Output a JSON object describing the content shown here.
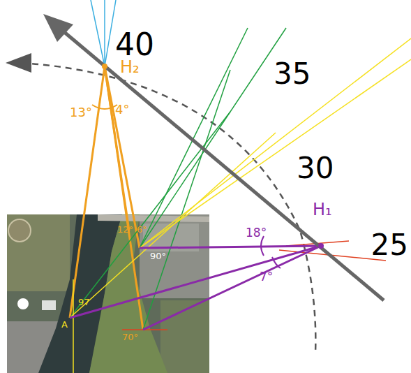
{
  "diagram": {
    "labels": [
      "40",
      "35",
      "30",
      "25",
      "H₂",
      "13°",
      "4°",
      "H₁",
      "18°",
      "7°",
      "A",
      "97",
      "70°",
      "12°",
      "6°",
      "90°"
    ]
  }
}
